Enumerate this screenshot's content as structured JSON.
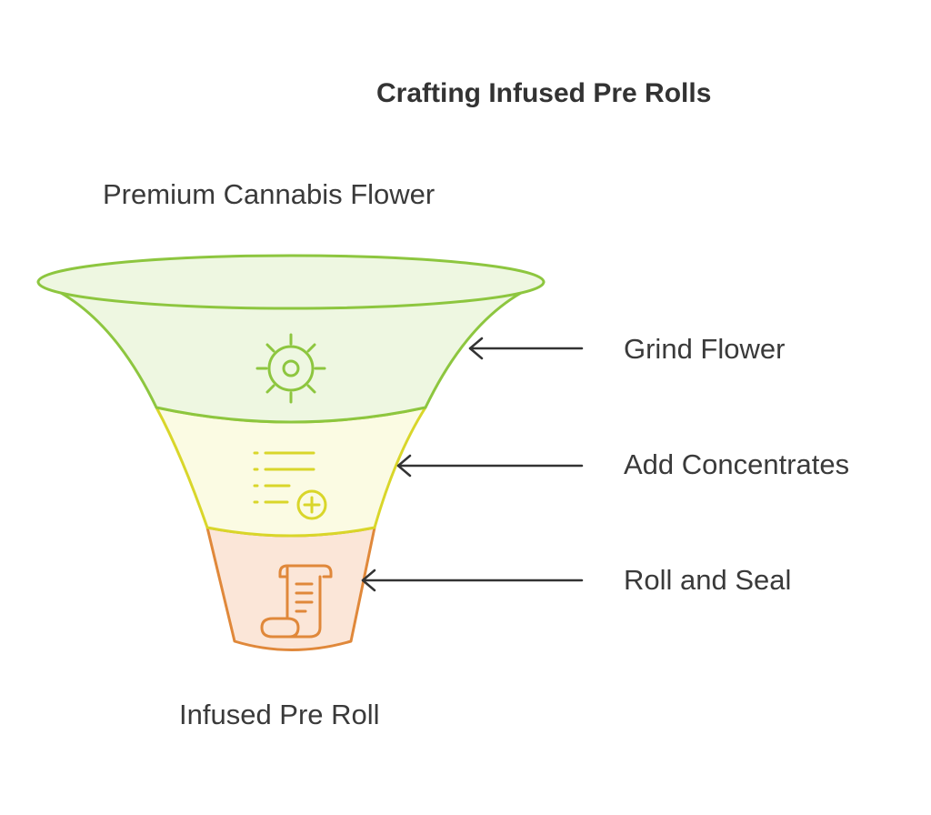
{
  "title": "Crafting Infused Pre Rolls",
  "input_label": "Premium Cannabis Flower",
  "output_label": "Infused Pre Roll",
  "stages": [
    {
      "label": "Grind Flower",
      "icon": "sun-gear-icon",
      "stroke": "#8dc63f",
      "fill": "#eef7e1"
    },
    {
      "label": "Add Concentrates",
      "icon": "list-add-icon",
      "stroke": "#d9d62a",
      "fill": "#fbfbe3"
    },
    {
      "label": "Roll and Seal",
      "icon": "scroll-icon",
      "stroke": "#e0883a",
      "fill": "#fbe6d8"
    }
  ],
  "arrow_color": "#333333"
}
